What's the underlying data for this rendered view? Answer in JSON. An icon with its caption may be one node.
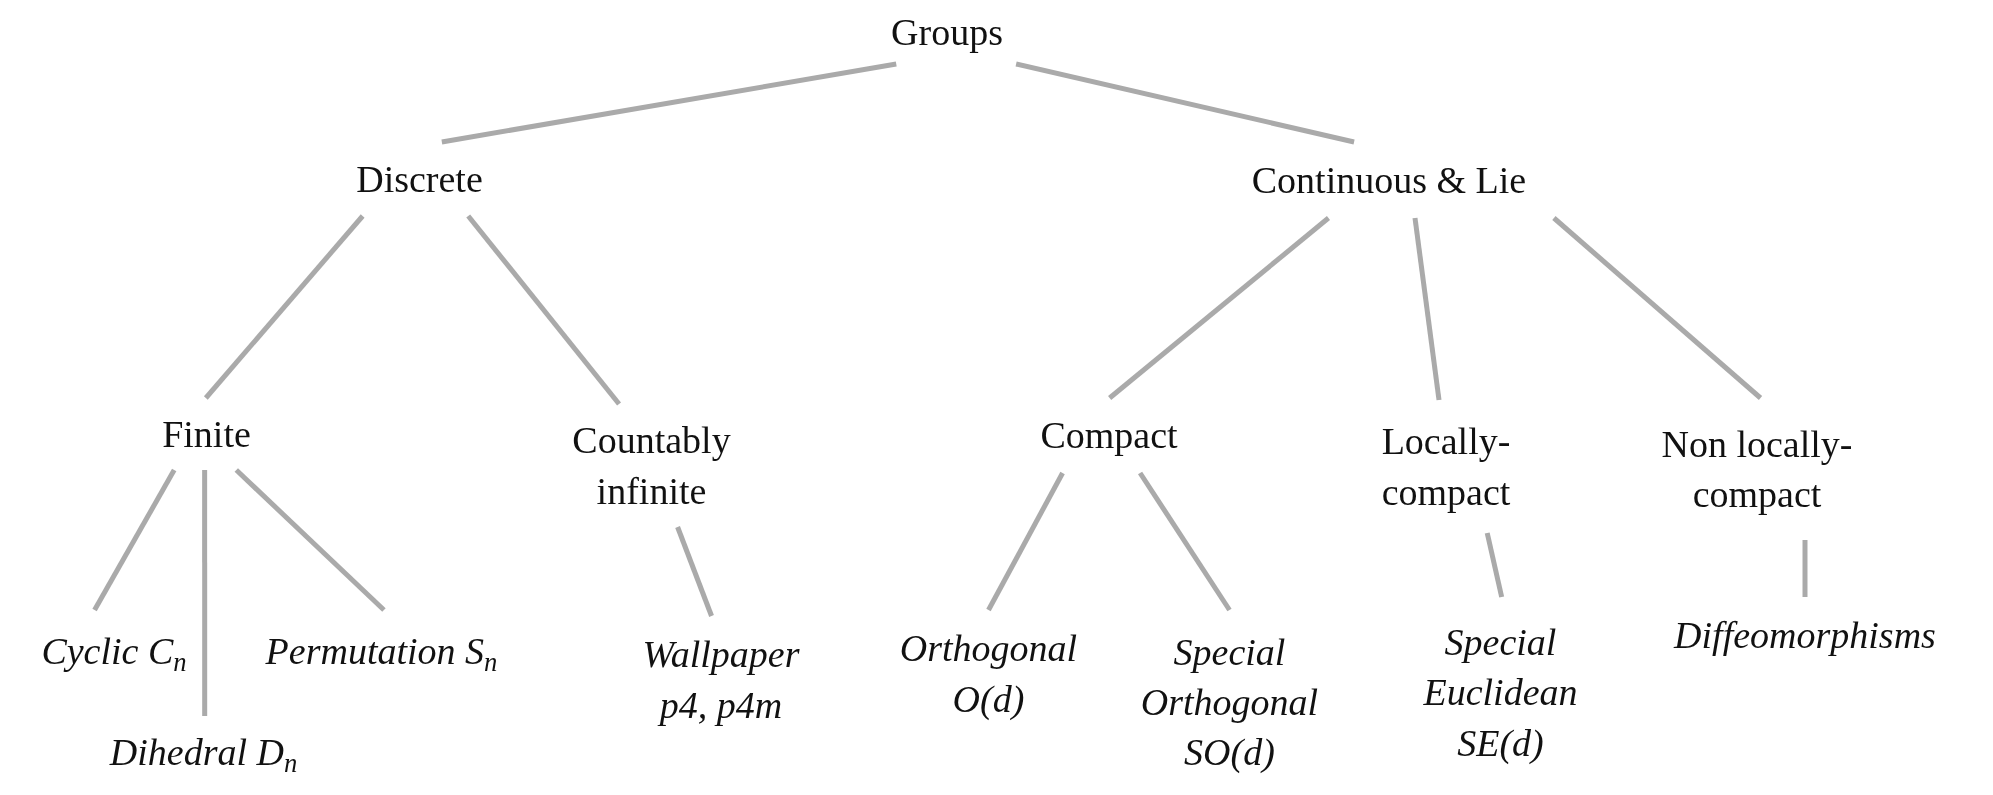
{
  "diagram": {
    "nodes": [
      {
        "text": [
          "Groups"
        ]
      },
      {
        "text": [
          "Discrete"
        ]
      },
      {
        "text": [
          "Continuous & Lie"
        ]
      },
      {
        "text": [
          "Finite"
        ]
      },
      {
        "text": [
          "Countably infinite"
        ]
      },
      {
        "text": [
          "Compact"
        ]
      },
      {
        "text": [
          "Locally-compact"
        ]
      },
      {
        "text": [
          "Non locally-compact"
        ]
      },
      {
        "text": [
          "Cyclic C$_{n}$"
        ]
      },
      {
        "text": [
          "Permutation S$_{n}$"
        ]
      },
      {
        "text": [
          "Dihedral D$_{n}$"
        ]
      },
      {
        "text": [
          "Wallpaper p4, p4m"
        ]
      },
      {
        "text": [
          "Orthogonal O(d)"
        ]
      },
      {
        "text": [
          "Special Orthogonal SO(d)"
        ]
      },
      {
        "text": [
          "Special Euclidean SE(d)"
        ]
      },
      {
        "text": [
          "Diffeomorphisms"
        ]
      }
    ],
    "edges": [
      {
        "from": 0,
        "to": 1,
        "arrow": "none"
      },
      {
        "from": 0,
        "to": 2,
        "arrow": "none"
      },
      {
        "from": 1,
        "to": 3,
        "arrow": "none"
      },
      {
        "from": 1,
        "to": 4,
        "arrow": "none"
      },
      {
        "from": 2,
        "to": 5,
        "arrow": "none"
      },
      {
        "from": 2,
        "to": 6,
        "arrow": "none"
      },
      {
        "from": 2,
        "to": 7,
        "arrow": "none"
      },
      {
        "from": 3,
        "to": 8,
        "arrow": "none"
      },
      {
        "from": 3,
        "to": 10,
        "arrow": "none"
      },
      {
        "from": 3,
        "to": 9,
        "arrow": "none"
      },
      {
        "from": 4,
        "to": 11,
        "arrow": "none"
      },
      {
        "from": 5,
        "to": 12,
        "arrow": "none"
      },
      {
        "from": 5,
        "to": 13,
        "arrow": "none"
      },
      {
        "from": 6,
        "to": 14,
        "arrow": "none"
      },
      {
        "from": 7,
        "to": 15,
        "arrow": "none"
      }
    ]
  }
}
